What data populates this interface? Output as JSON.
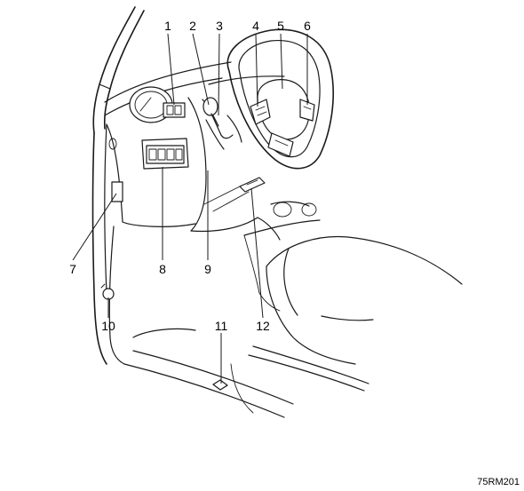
{
  "callouts": {
    "c1": "1",
    "c2": "2",
    "c3": "3",
    "c4": "4",
    "c5": "5",
    "c6": "6",
    "c7": "7",
    "c8": "8",
    "c9": "9",
    "c10": "10",
    "c11": "11",
    "c12": "12"
  },
  "reference_code": "75RM201"
}
